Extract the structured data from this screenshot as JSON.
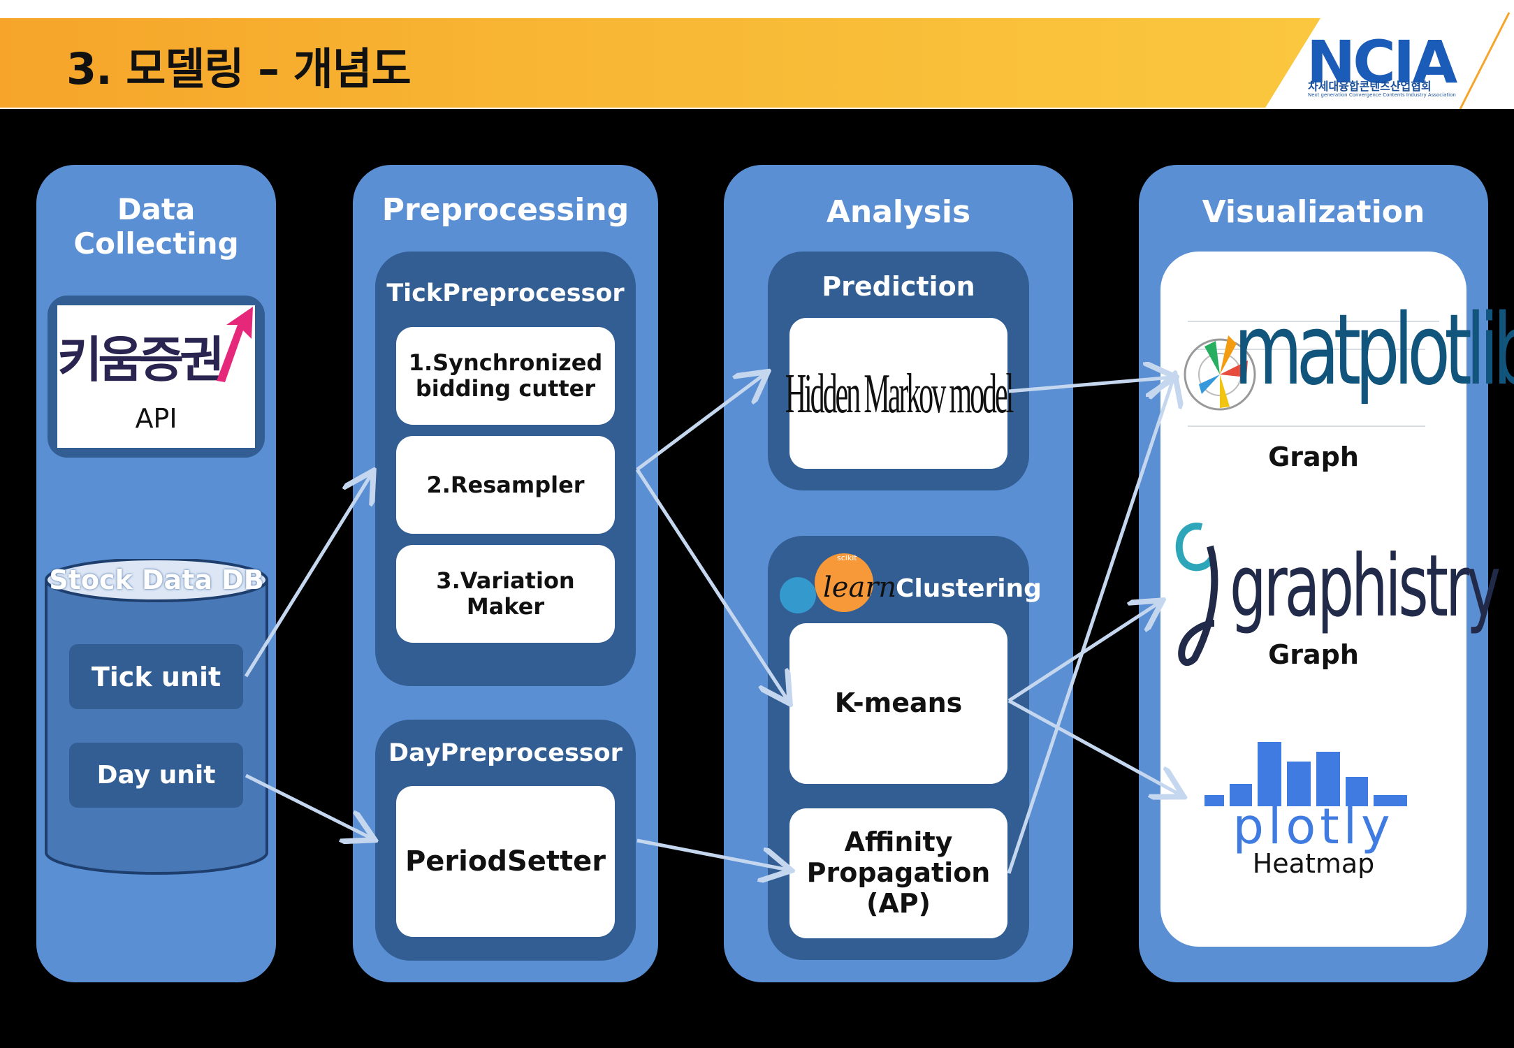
{
  "header": {
    "title": "3. 모델링 – 개념도",
    "logo": {
      "mark": "NCIA",
      "name_ko": "차세대융합콘텐츠산업협회",
      "name_en": "Next generation Convergence Contents Industry Association"
    }
  },
  "panels": {
    "data_collecting": {
      "title": "Data Collecting",
      "kiwoom": {
        "brand": "키움증권",
        "caption": "API"
      },
      "db": {
        "title": "Stock Data DB",
        "tick_unit": "Tick unit",
        "day_unit": "Day unit"
      }
    },
    "preprocessing": {
      "title": "Preprocessing",
      "tick": {
        "title": "TickPreprocessor",
        "step1_line1": "1.Synchronized",
        "step1_line2": "bidding cutter",
        "step2": "2.Resampler",
        "step3_line1": "3.Variation",
        "step3_line2": "Maker"
      },
      "day": {
        "title": "DayPreprocessor",
        "period_setter": "PeriodSetter"
      }
    },
    "analysis": {
      "title": "Analysis",
      "prediction": {
        "title": "Prediction",
        "hmm": "Hidden Markov model"
      },
      "clustering": {
        "title": "Clustering",
        "sklearn_small": "scikit",
        "sklearn_big": "learn",
        "kmeans": "K-means",
        "ap_line1": "Affinity",
        "ap_line2": "Propagation",
        "ap_line3": "(AP)"
      }
    },
    "visualization": {
      "title": "Visualization",
      "matplotlib": {
        "logo": "matplotlib",
        "caption": "Graph"
      },
      "graphistry": {
        "logo": "graphistry",
        "caption": "Graph"
      },
      "plotly": {
        "logo": "plotly",
        "caption": "Heatmap"
      }
    }
  },
  "colors": {
    "panel": "#5b8fd4",
    "inner": "#335e93",
    "arrow": "#c5d7ef",
    "accent_orange": "#f6a52a",
    "logo_blue": "#1a5cb8"
  }
}
